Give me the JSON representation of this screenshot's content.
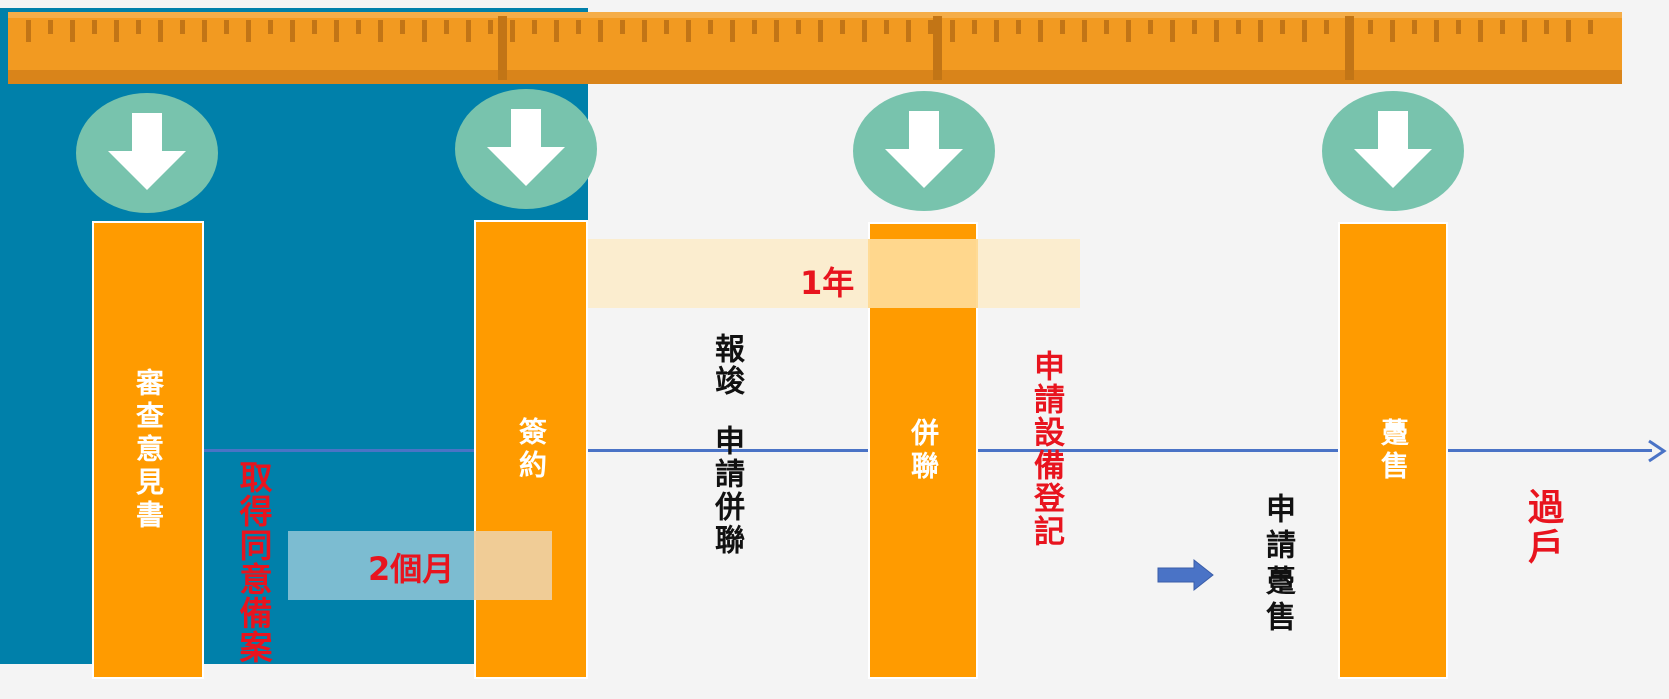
{
  "steps": [
    {
      "label": "審查意見書"
    },
    {
      "label": "簽約"
    },
    {
      "label": "併聯"
    },
    {
      "label": "躉售"
    }
  ],
  "annotations": {
    "obtain_filing": "取得同意備案",
    "report_completion": "報竣",
    "apply_interconnection": "申請併聯",
    "apply_equipment_registration": "申請設備登記",
    "apply_wholesale": "申請躉售",
    "transfer": "過戶"
  },
  "durations": {
    "two_months": "2個月",
    "one_year": "1年"
  },
  "colors": {
    "panel": "#0080aa",
    "pillar": "#ff9b00",
    "circle": "#78c3ad",
    "line": "#4a73c6",
    "red_text": "#e8141e"
  },
  "icons": [
    "ruler-icon",
    "down-arrow-icon",
    "right-arrow-icon",
    "arrowhead-icon"
  ]
}
